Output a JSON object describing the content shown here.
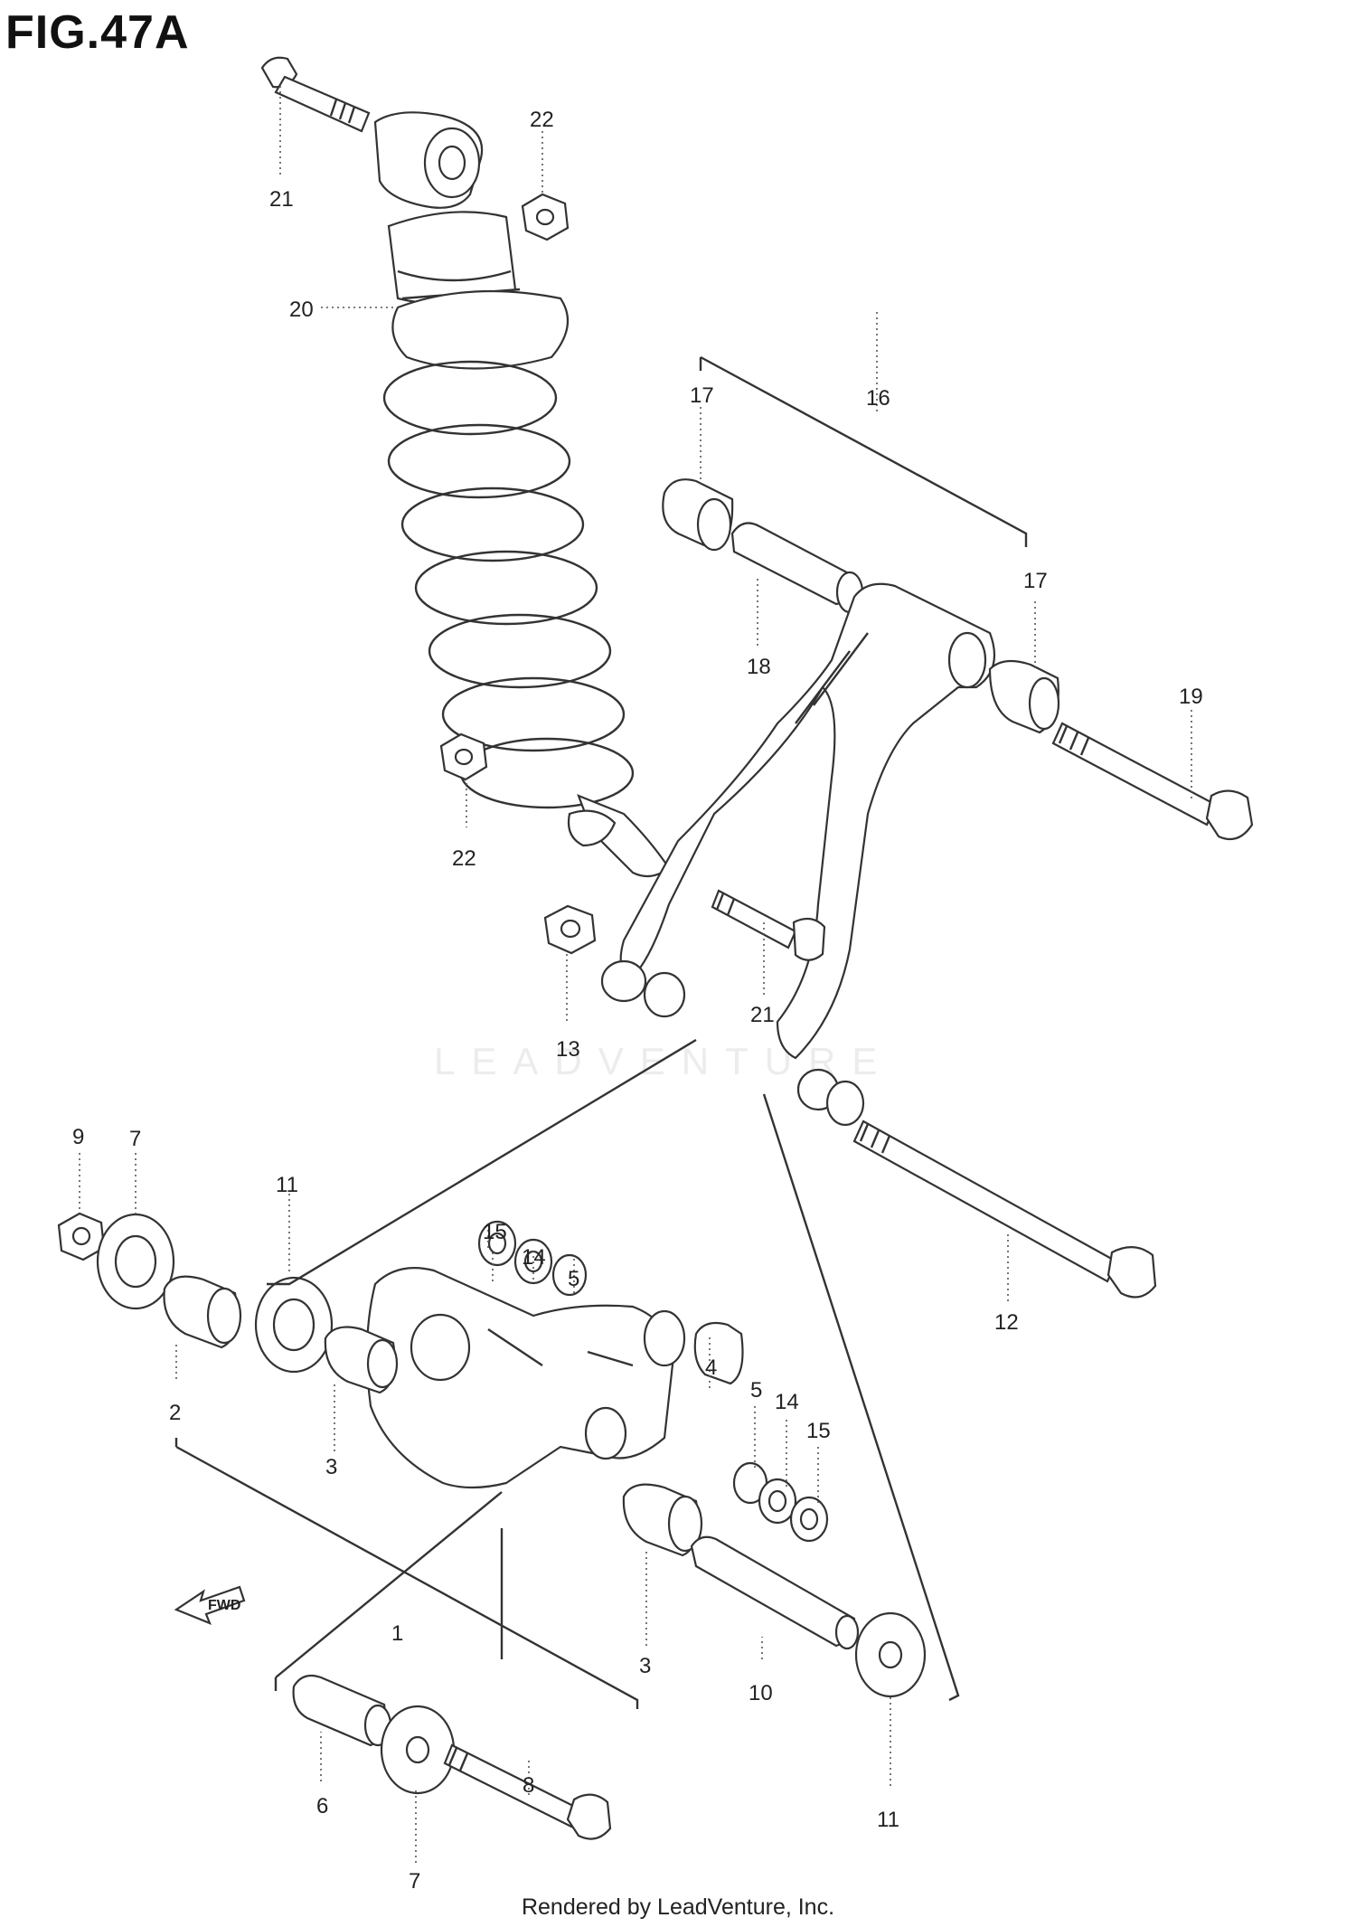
{
  "figure_title": "FIG.47A",
  "footer": "Rendered by LeadVenture, Inc.",
  "watermark": "LEADVENTURE",
  "direction_badge": "FWD",
  "callouts": [
    {
      "id": "c21a",
      "label": "21"
    },
    {
      "id": "c22a",
      "label": "22"
    },
    {
      "id": "c20",
      "label": "20"
    },
    {
      "id": "c17a",
      "label": "17"
    },
    {
      "id": "c16",
      "label": "16"
    },
    {
      "id": "c17b",
      "label": "17"
    },
    {
      "id": "c18",
      "label": "18"
    },
    {
      "id": "c19",
      "label": "19"
    },
    {
      "id": "c22b",
      "label": "22"
    },
    {
      "id": "c13",
      "label": "13"
    },
    {
      "id": "c21b",
      "label": "21"
    },
    {
      "id": "c12",
      "label": "12"
    },
    {
      "id": "c9",
      "label": "9"
    },
    {
      "id": "c7a",
      "label": "7"
    },
    {
      "id": "c11a",
      "label": "11"
    },
    {
      "id": "c15a",
      "label": "15"
    },
    {
      "id": "c14a",
      "label": "14"
    },
    {
      "id": "c5a",
      "label": "5"
    },
    {
      "id": "c4",
      "label": "4"
    },
    {
      "id": "c5b",
      "label": "5"
    },
    {
      "id": "c14b",
      "label": "14"
    },
    {
      "id": "c15b",
      "label": "15"
    },
    {
      "id": "c2",
      "label": "2"
    },
    {
      "id": "c3a",
      "label": "3"
    },
    {
      "id": "c1",
      "label": "1"
    },
    {
      "id": "c3b",
      "label": "3"
    },
    {
      "id": "c10",
      "label": "10"
    },
    {
      "id": "c11b",
      "label": "11"
    },
    {
      "id": "c8",
      "label": "8"
    },
    {
      "id": "c6",
      "label": "6"
    },
    {
      "id": "c7b",
      "label": "7"
    }
  ]
}
